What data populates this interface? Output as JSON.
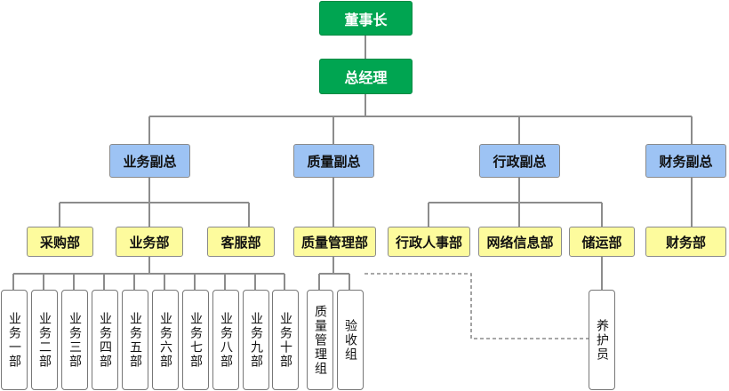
{
  "chairman": "董事长",
  "general_manager": "总经理",
  "vice_presidents": [
    "业务副总",
    "质量副总",
    "行政副总",
    "财务副总"
  ],
  "departments": {
    "business_vp": [
      "采购部",
      "业务部",
      "客服部"
    ],
    "quality_vp": [
      "质量管理部"
    ],
    "admin_vp": [
      "行政人事部",
      "网络信息部",
      "储运部"
    ],
    "finance_vp": [
      "财务部"
    ]
  },
  "business_units": [
    "业务一部",
    "业务二部",
    "业务三部",
    "业务四部",
    "业务五部",
    "业务六部",
    "业务七部",
    "业务八部",
    "业务九部",
    "业务十部"
  ],
  "quality_groups": [
    "质量管理组",
    "验收组"
  ],
  "storage_units": [
    "养护员"
  ],
  "colors": {
    "top": "#00a551",
    "vp": "#9dc3f4",
    "dept": "#fdfb9d",
    "line": "#8c8c8c"
  }
}
